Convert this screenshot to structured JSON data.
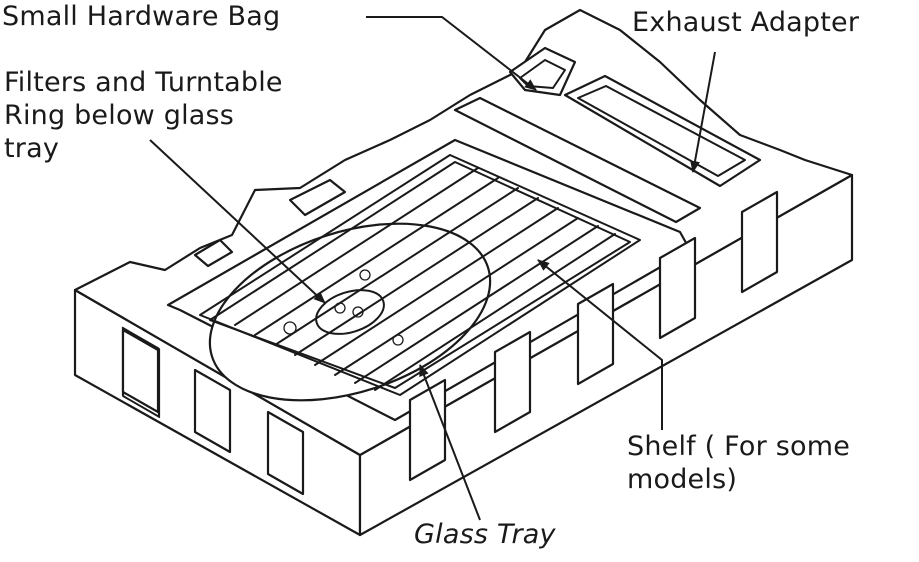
{
  "labels": {
    "small_hardware_bag": "Small Hardware Bag",
    "exhaust_adapter": "Exhaust Adapter",
    "filters_turntable": "Filters and Turntable\nRing below glass\ntray",
    "shelf": "Shelf ( For some\nmodels)",
    "glass_tray": "Glass Tray"
  },
  "colors": {
    "line": "#1a1a1a",
    "background": "#ffffff"
  }
}
